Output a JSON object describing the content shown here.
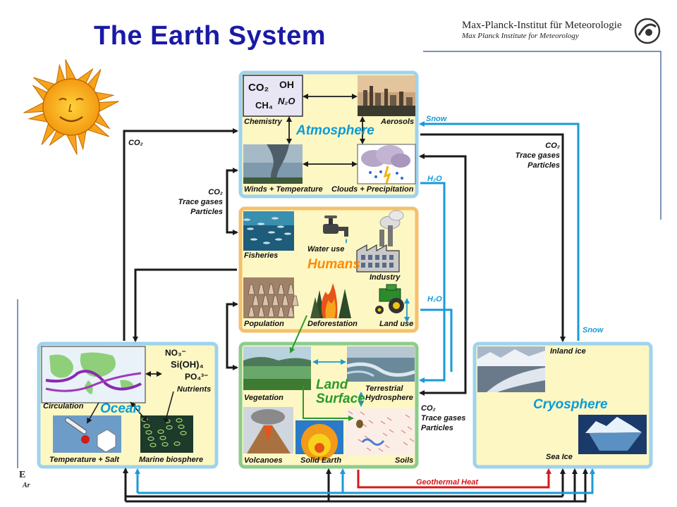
{
  "title": "The Earth System",
  "institute": {
    "line1": "Max-Planck-Institut für Meteorologie",
    "line2": "Max Planck Institute for Meteorology"
  },
  "atmosphere": {
    "name": "Atmosphere",
    "chemistry": "Chemistry",
    "aerosols": "Aerosols",
    "winds": "Winds + Temperature",
    "clouds": "Clouds + Precipitation",
    "chem_co2": "CO₂",
    "chem_oh": "OH",
    "chem_ch4": "CH₄",
    "chem_n2o": "N₂O"
  },
  "humans": {
    "name": "Humans",
    "fisheries": "Fisheries",
    "water_use": "Water use",
    "industry": "Industry",
    "population": "Population",
    "deforestation": "Deforestation",
    "land_use": "Land use"
  },
  "ocean": {
    "name": "Ocean",
    "circulation": "Circulation",
    "nutrients": "Nutrients",
    "temp_salt": "Temperature + Salt",
    "marine": "Marine biosphere",
    "no3": "NO₃⁻",
    "sioh4": "Si(OH)₄",
    "po4": "PO₄³⁻"
  },
  "land": {
    "name_line1": "Land",
    "name_line2": "Surface",
    "vegetation": "Vegetation",
    "terrestrial": "Terrestrial",
    "hydrosphere": "Hydrosphere",
    "volcanoes": "Volcanoes",
    "solid_earth": "Solid Earth",
    "soils": "Soils"
  },
  "cryosphere": {
    "name": "Cryosphere",
    "inland_ice": "Inland ice",
    "sea_ice": "Sea Ice"
  },
  "flows": {
    "co2_left": "CO₂",
    "trace_mid_l1": "CO₂",
    "trace_mid_l2": "Trace gases",
    "trace_mid_l3": "Particles",
    "trace_right_l1": "CO₂",
    "trace_right_l2": "Trace gases",
    "trace_right_l3": "Particles",
    "land_l1": "CO₂",
    "land_l2": "Trace gases",
    "land_l3": "Particles",
    "snow_top": "Snow",
    "snow_right": "Snow",
    "h2o_top": "H₂O",
    "h2o_mid": "H₂O",
    "geothermal": "Geothermal Heat"
  },
  "edge_text": {
    "e1": "E",
    "e2": "Ar"
  },
  "colors": {
    "title": "#1a1aa6",
    "box_fill": "#fdf7c4",
    "atmos_border": "#9ed3ee",
    "humans_border": "#f5c06c",
    "green_border": "#8ccc8c",
    "arrow_black": "#1a1a1a",
    "arrow_blue": "#1a9ad8",
    "arrow_red": "#d41a1a"
  }
}
